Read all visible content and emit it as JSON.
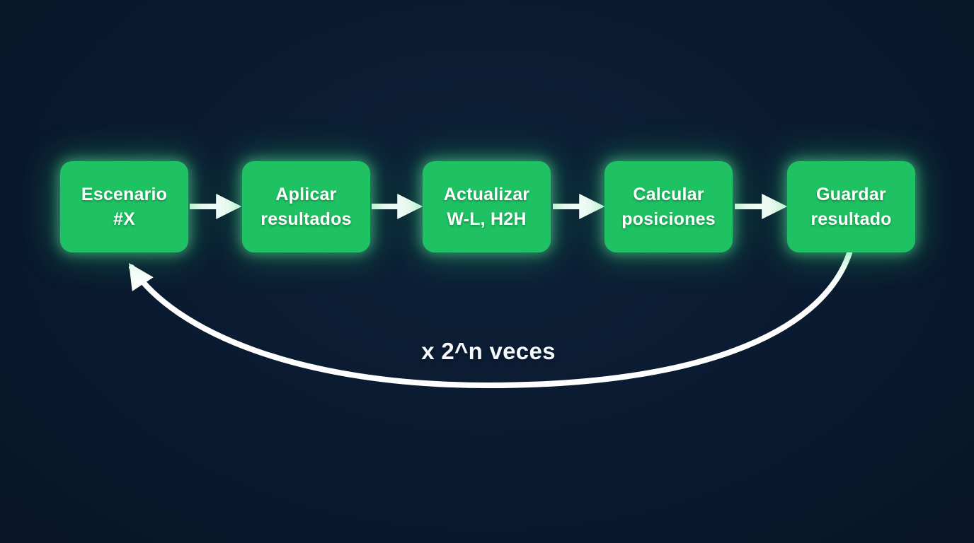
{
  "diagram": {
    "type": "flowchart",
    "direction": "left-to-right",
    "colors": {
      "background": "#0a1a30",
      "node_fill": "#1ec263",
      "node_glow": "#5af096",
      "node_text": "#ffffff",
      "arrow": "#ffffff",
      "loop_label_text": "#f4f7fb"
    },
    "nodes": [
      {
        "id": "escenario",
        "label": "Escenario\n#X"
      },
      {
        "id": "aplicar-resultados",
        "label": "Aplicar\nresultados"
      },
      {
        "id": "actualizar-wl-h2h",
        "label": "Actualizar\nW-L, H2H"
      },
      {
        "id": "calcular-posiciones",
        "label": "Calcular\nposiciones"
      },
      {
        "id": "guardar-resultado",
        "label": "Guardar\nresultado"
      }
    ],
    "edges": [
      {
        "from": "escenario",
        "to": "aplicar-resultados"
      },
      {
        "from": "aplicar-resultados",
        "to": "actualizar-wl-h2h"
      },
      {
        "from": "actualizar-wl-h2h",
        "to": "calcular-posiciones"
      },
      {
        "from": "calcular-posiciones",
        "to": "guardar-resultado"
      },
      {
        "from": "guardar-resultado",
        "to": "escenario",
        "style": "loop-back-curve",
        "label": "x 2^n veces"
      }
    ],
    "loop_label": "x 2^n veces"
  }
}
